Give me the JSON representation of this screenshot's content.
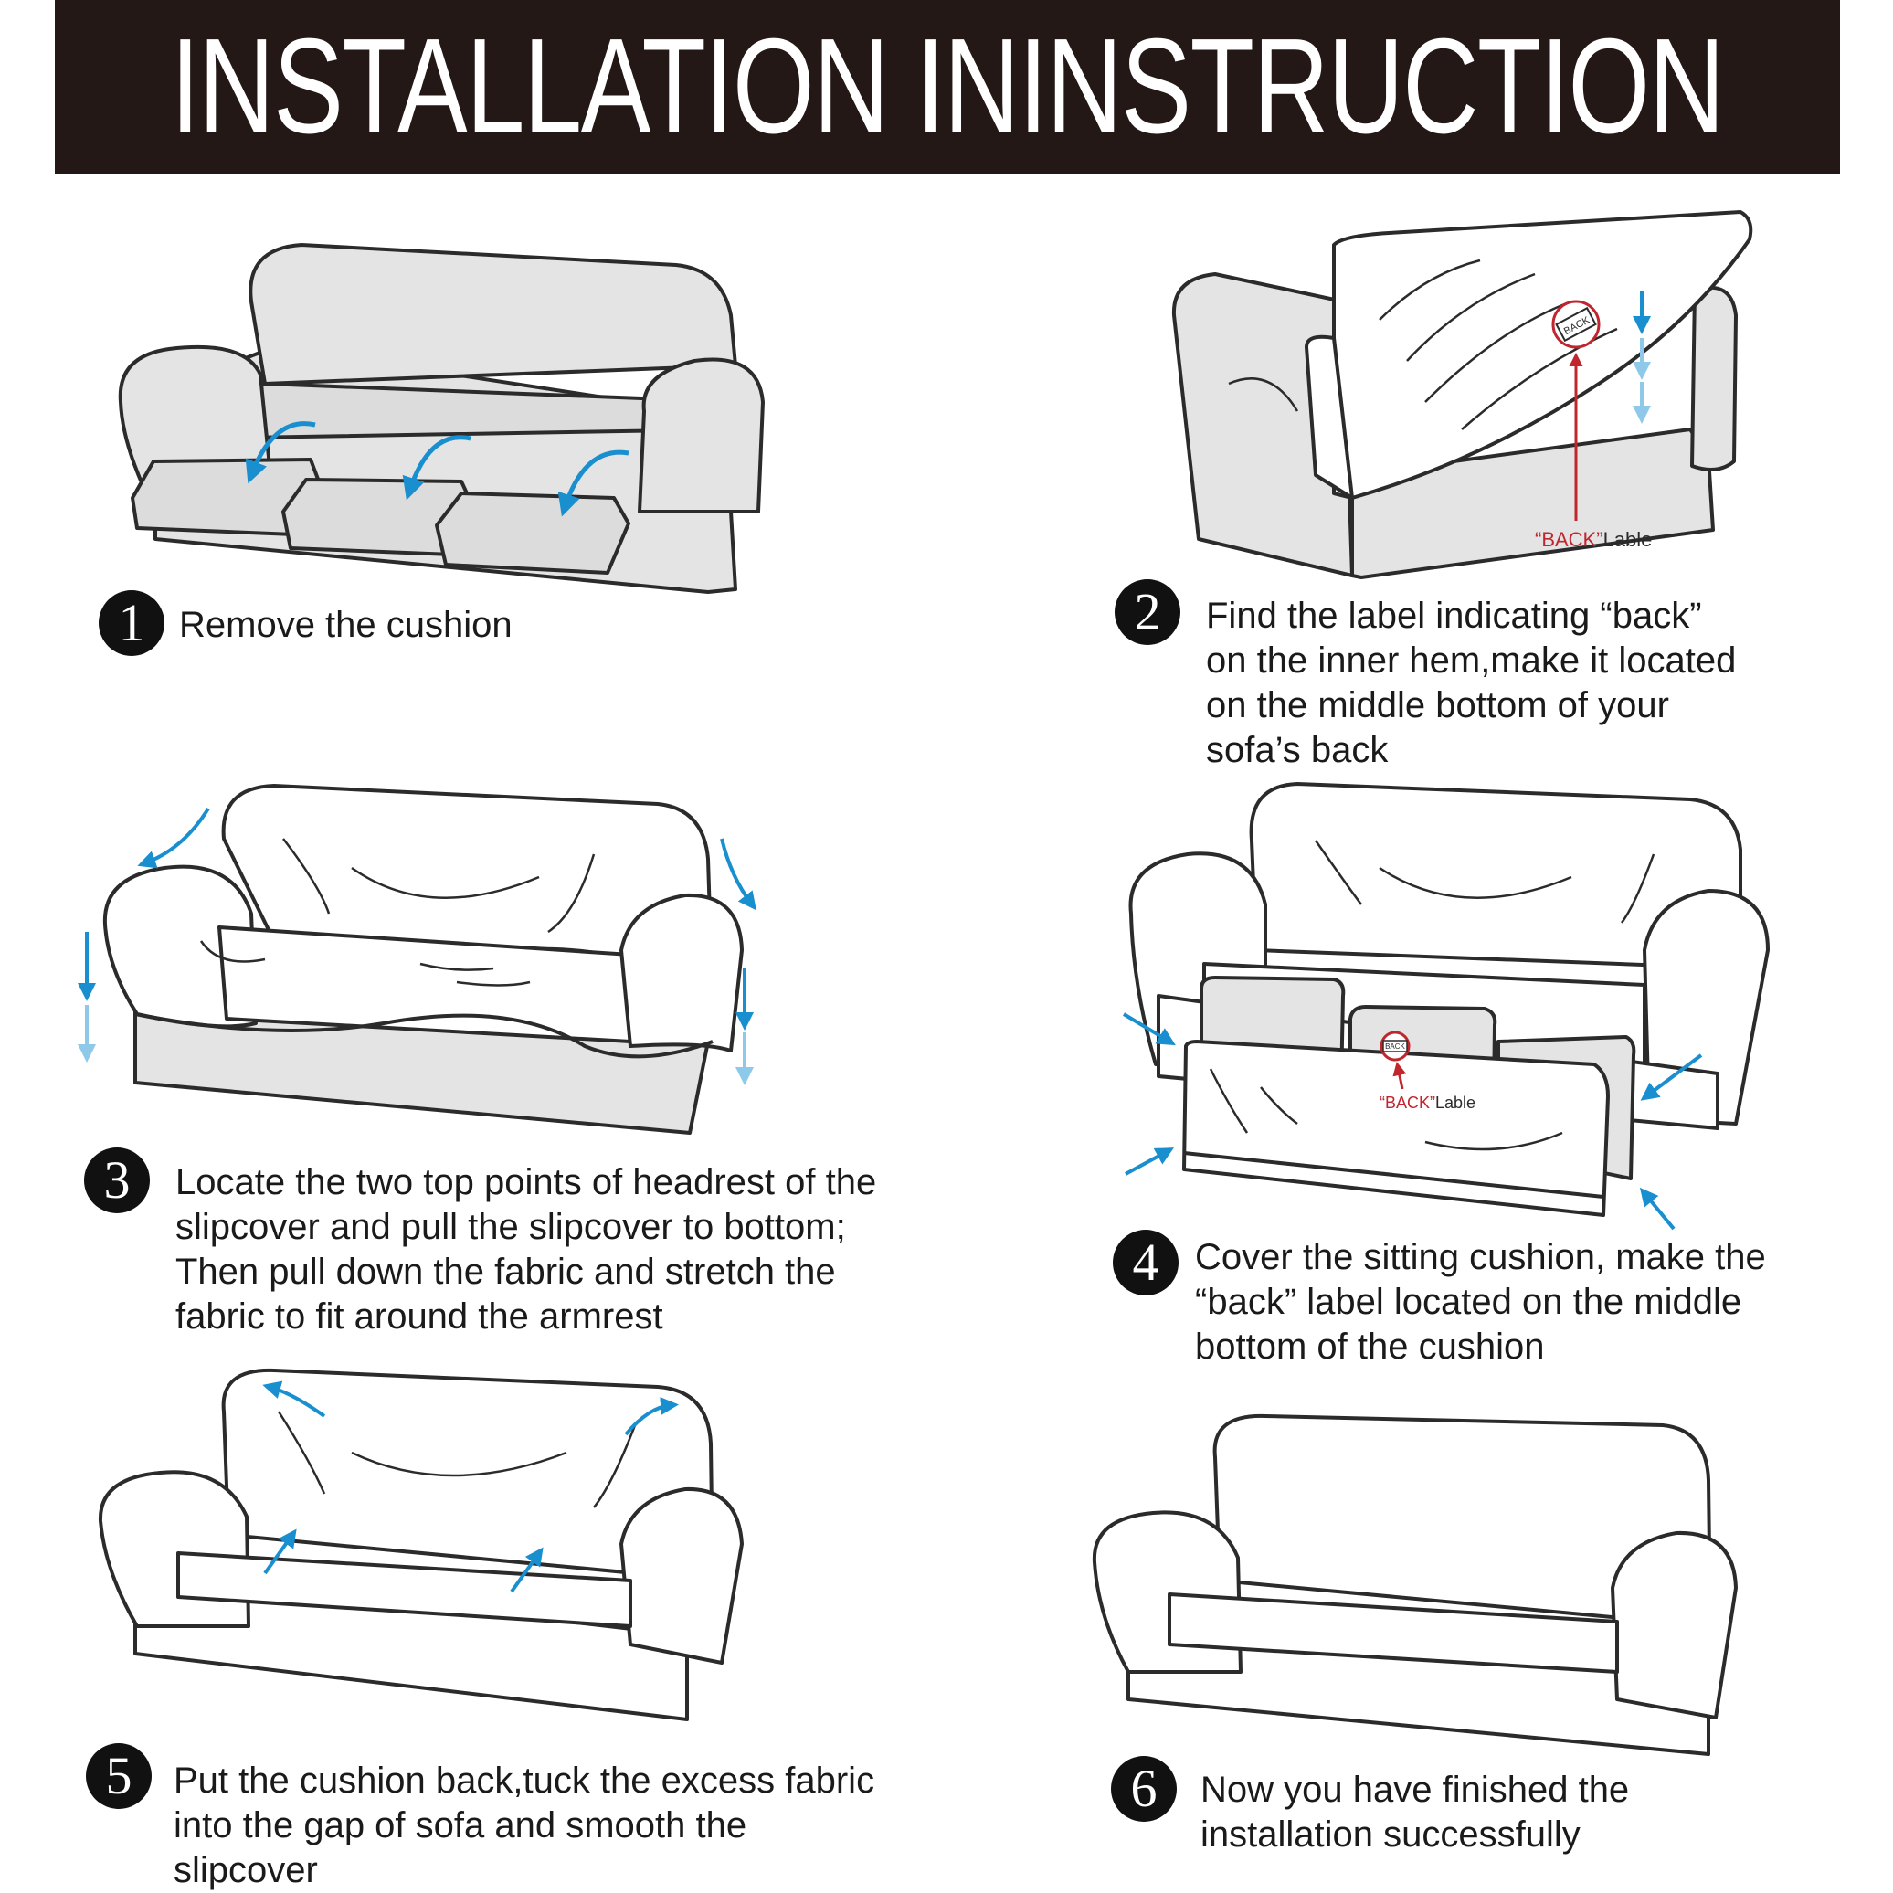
{
  "title": "INSTALLATION ININSTRUCTION",
  "colors": {
    "banner": "#231815",
    "arrow": "#1a8fd0",
    "arrow_light": "#8ec9ea",
    "label_red": "#c0262d",
    "sofa_fill": "#e4e4e4",
    "outline": "#2b2b2b"
  },
  "back_label": {
    "quote": "“BACK”",
    "word": "Lable",
    "tag": "BACK"
  },
  "steps": [
    {
      "number": "1",
      "lines": [
        "Remove the cushion"
      ]
    },
    {
      "number": "2",
      "lines": [
        "Find the label indicating “back”",
        "on the inner hem,make it located",
        "on the middle bottom of your",
        "sofa’s back"
      ]
    },
    {
      "number": "3",
      "lines": [
        "Locate the two top points of headrest of the",
        "slipcover and pull the slipcover to bottom;",
        "Then pull down the fabric and stretch the",
        "fabric to fit around the armrest"
      ]
    },
    {
      "number": "4",
      "lines": [
        "Cover the sitting cushion, make the",
        "“back” label located on the middle",
        "bottom of the cushion"
      ]
    },
    {
      "number": "5",
      "lines": [
        "Put the cushion back,tuck the excess fabric",
        "into the gap of sofa and smooth the",
        "slipcover"
      ]
    },
    {
      "number": "6",
      "lines": [
        "Now you have finished the",
        "installation successfully"
      ]
    }
  ]
}
